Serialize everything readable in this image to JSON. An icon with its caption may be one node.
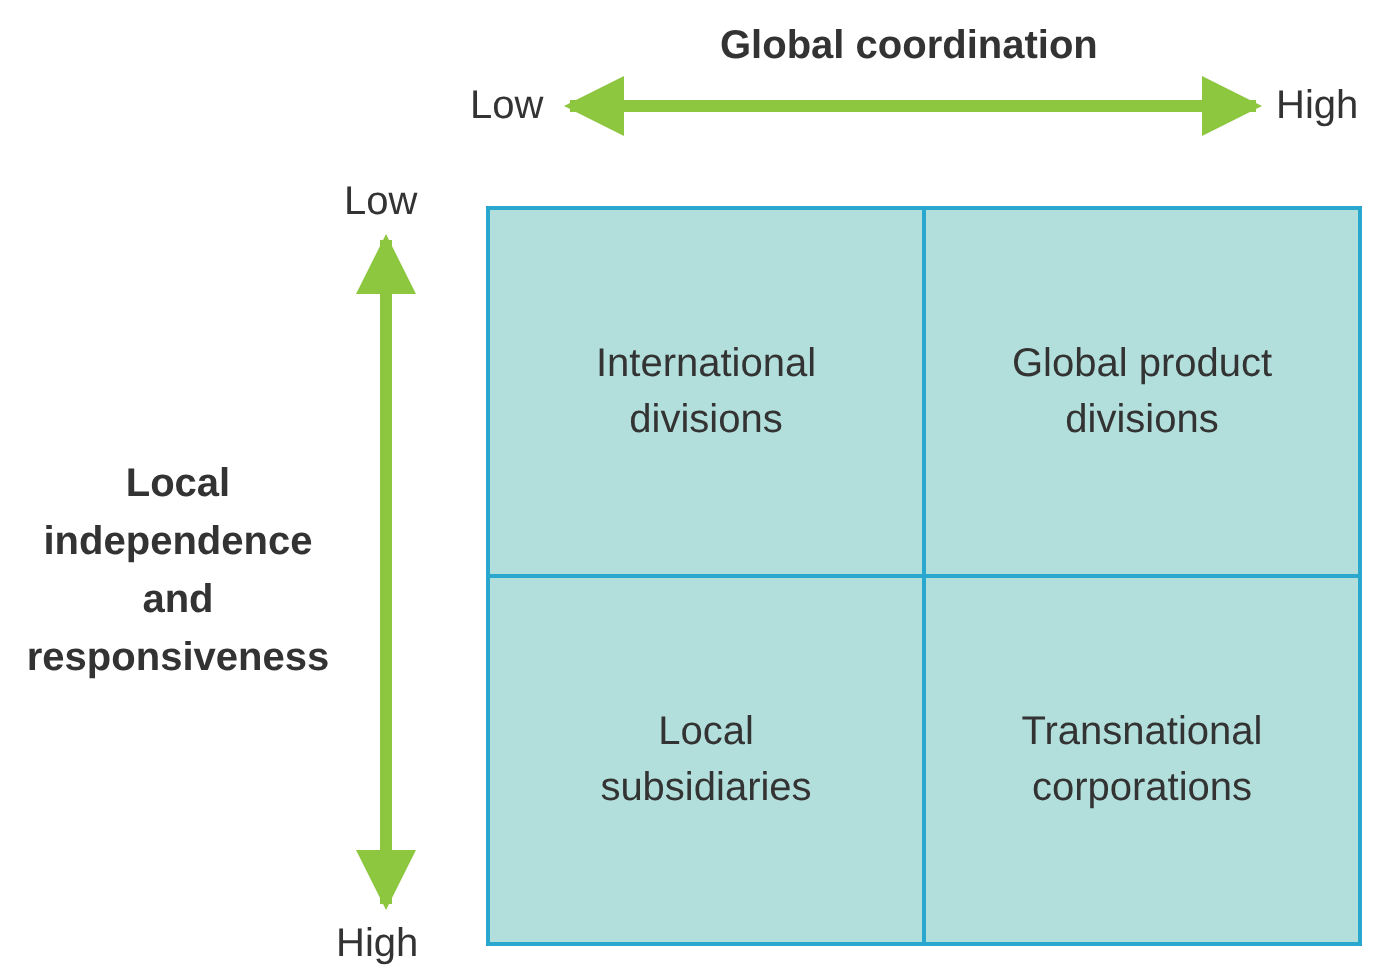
{
  "diagram": {
    "nodes": [
      {
        "text": [
          "International divisions"
        ]
      },
      {
        "text": [
          "Global product divisions"
        ]
      },
      {
        "text": [
          "Local subsidiaries"
        ]
      },
      {
        "text": [
          "Transnational corporations"
        ]
      }
    ],
    "labels": [
      "Global coordination",
      "Low",
      "High",
      "Low",
      "Local independence and responsiveness",
      "High"
    ]
  }
}
